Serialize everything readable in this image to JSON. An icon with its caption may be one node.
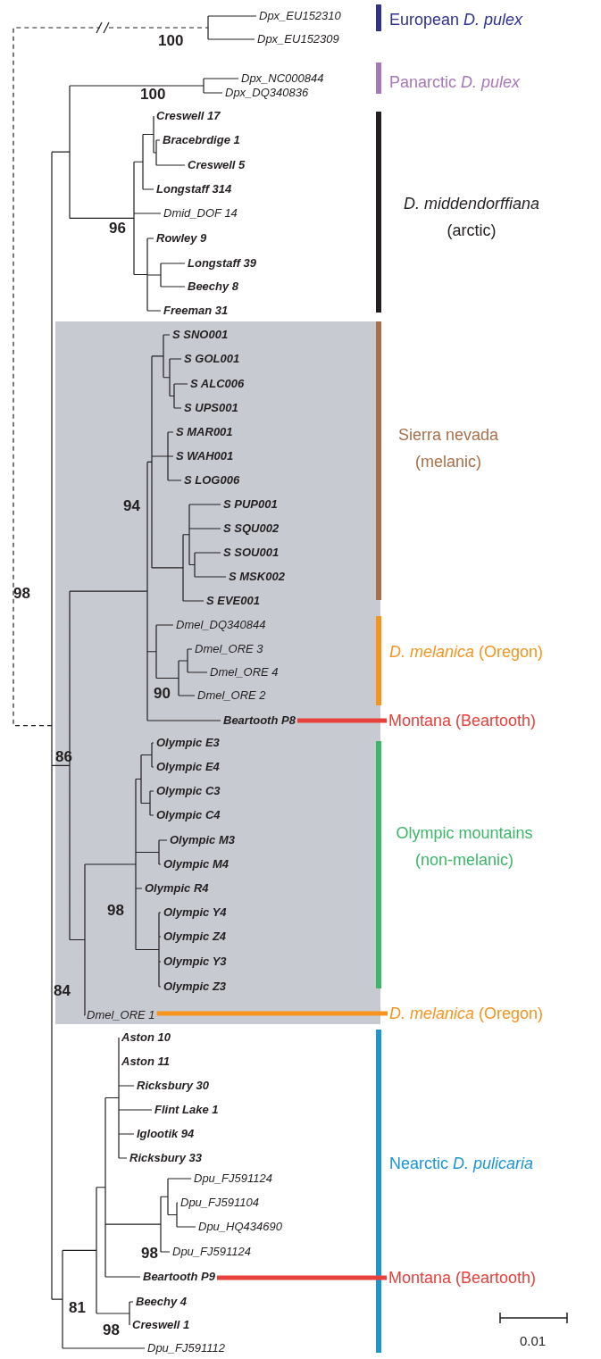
{
  "diagram": {
    "nodes": [
      {
        "text": [
          "Beartooth P8"
        ]
      },
      {
        "text": [
          "Montana (Beartooth)"
        ]
      },
      {
        "text": [
          "Dmel_ORE 1"
        ]
      },
      {
        "text": [
          "*D. melanica* (Oregon)"
        ]
      },
      {
        "text": [
          "Beartooth P9"
        ]
      },
      {
        "text": [
          "Montana (Beartooth)"
        ]
      }
    ],
    "edges": [
      {
        "from": 0,
        "to": 1,
        "arrow": "none",
        "color": "#e8413c"
      },
      {
        "from": 2,
        "to": 3,
        "arrow": "none",
        "color": "#f7941d"
      },
      {
        "from": 4,
        "to": 5,
        "arrow": "none",
        "color": "#e8413c"
      }
    ],
    "labels": [
      "Dpx_EU152310",
      "European *D. pulex*",
      "Dpx_EU152309",
      "100",
      "Dpx_NC000844",
      "Panarctic *D. pulex*",
      "Dpx_DQ340836",
      "100",
      "Creswell 17",
      "Bracebrdige 1",
      "Creswell 5",
      "Longstaff 314",
      "*D. middendorffiana* (arctic)",
      "96",
      "Dmid_DOF 14",
      "Rowley 9",
      "Longstaff 39",
      "Beechy 8",
      "Freeman 31",
      "S SNO001",
      "S GOL001",
      "S ALC006",
      "S UPS001",
      "S MAR001",
      "Sierra nevada (melanic)",
      "S WAH001",
      "S LOG006",
      "S PUP001",
      "94",
      "S SQU002",
      "S SOU001",
      "S MSK002",
      "98",
      "S EVE001",
      "Dmel_DQ340844",
      "Dmel_ORE 3",
      "*D. melanica* (Oregon)",
      "Dmel_ORE 4",
      "90",
      "Dmel_ORE 2",
      "86",
      "Olympic E3",
      "Olympic E4",
      "Olympic C3",
      "Olympic C4",
      "Olympic M3",
      "Olympic mountains (non-melanic)",
      "Olympic M4",
      "Olympic R4",
      "98",
      "Olympic Y4",
      "Olympic Z4",
      "Olympic Y3",
      "84",
      "Olympic Z3",
      "Aston 10",
      "Aston 11",
      "Ricksbury 30",
      "Flint Lake 1",
      "Iglootik 94",
      "Ricksbury 33",
      "Nearctic *D. pulicaria*",
      "Dpu_FJ591124",
      "Dpu_FJ591104",
      "Dpu_HQ434690",
      "98",
      "Dpu_FJ591124",
      "81",
      "Beechy 4",
      "98",
      "Creswell 1",
      "0.01",
      "Dpu_FJ591112"
    ]
  }
}
